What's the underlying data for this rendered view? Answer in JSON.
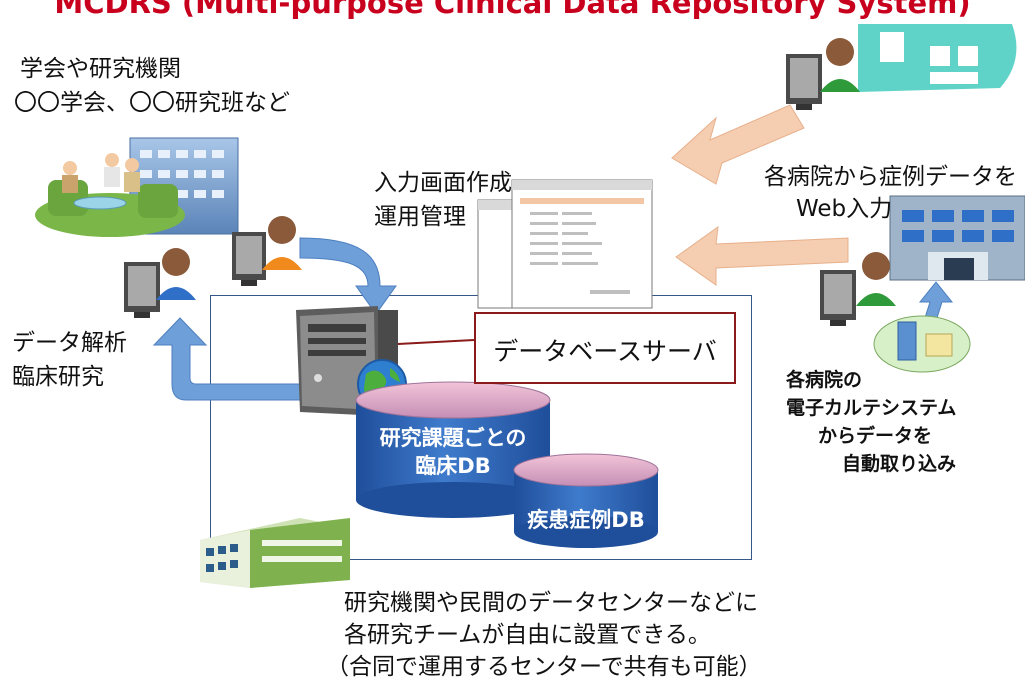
{
  "title": "MCDRS (Multi-purpose Clinical Data Repository System)",
  "society": {
    "line1": "学会や研究機関",
    "line2": "〇〇学会、〇〇研究班など"
  },
  "input_screen": {
    "line1": "入力画面作成",
    "line2": "運用管理"
  },
  "hospital_web": {
    "line1": "各病院から症例データを",
    "line2": "Web入力"
  },
  "analysis": {
    "line1": "データ解析",
    "line2": "臨床研究"
  },
  "server_label": "データベースサーバ",
  "db_research": {
    "line1": "研究課題ごとの",
    "line2": "臨床DB"
  },
  "db_disease": "疾患症例DB",
  "emr": {
    "line1": "各病院の",
    "line2": "電子カルテシステム",
    "line3": "からデータを",
    "line4": "自動取り込み"
  },
  "footer": {
    "line1": "研究機関や民間のデータセンターなどに",
    "line2": "各研究チームが自由に設置できる。",
    "line3": "（合同で運用するセンターで共有も可能）"
  },
  "colors": {
    "title": "#c8001e",
    "blue_arrow": "#6f9fd8",
    "orange_arrow": "#f5cdb0",
    "db_cylinder": "#2f67b1",
    "box_border": "#35578a",
    "label_border": "#8b1a1a"
  }
}
